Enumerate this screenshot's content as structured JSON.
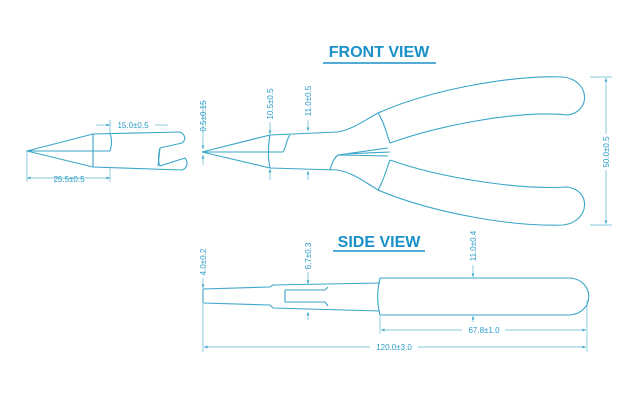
{
  "views": {
    "front_title": "FRONT VIEW",
    "side_title": "SIDE VIEW"
  },
  "detail_dims": {
    "jaw_length": "15.0±0.5",
    "tip_length": "25.5±0.5"
  },
  "front_dims": {
    "tip_thickness": "0.5±0.15",
    "jaw_width": "10.5±0.5",
    "joint_width": "11.0±0.5",
    "handle_spread": "50.0±0.5"
  },
  "side_dims": {
    "tip_height": "4.0±0.2",
    "joint_height": "6.7±0.3",
    "handle_height": "11.0±0.4",
    "handle_length": "67.8±1.0",
    "total_length": "120.0±3.0"
  },
  "colors": {
    "line": "#3aa6c8",
    "title": "#1a90c8"
  }
}
